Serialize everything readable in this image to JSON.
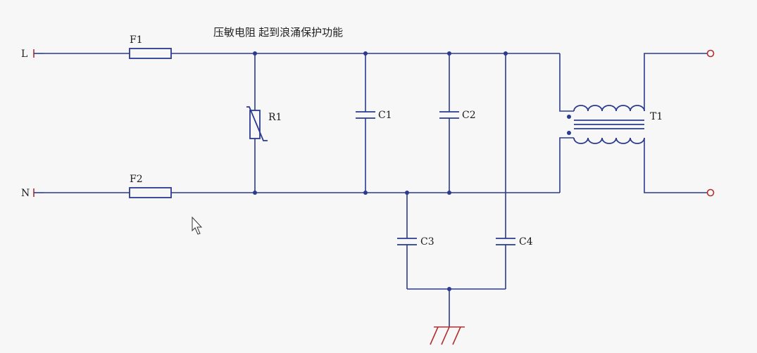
{
  "caption": "压敏电阻  起到浪涌保护功能",
  "labels": {
    "L": "L",
    "N": "N",
    "F1": "F1",
    "F2": "F2",
    "R1": "R1",
    "C1": "C1",
    "C2": "C2",
    "C3": "C3",
    "C4": "C4",
    "T1": "T1"
  },
  "colors": {
    "wire": "#2b3a8f",
    "ground": "#b03030",
    "background": "#f7f7f7"
  }
}
